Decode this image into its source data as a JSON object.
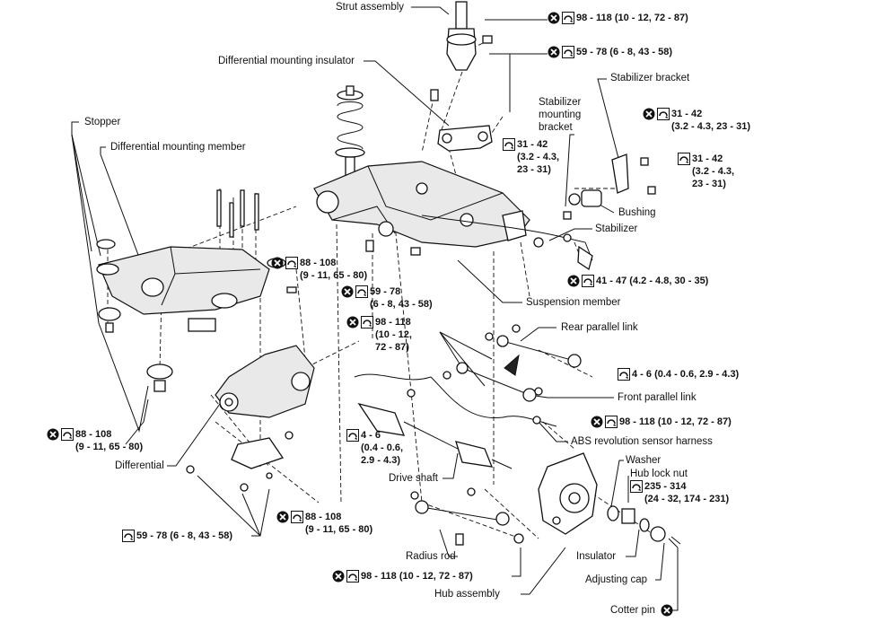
{
  "labels": {
    "strut_assembly": "Strut assembly",
    "diff_mount_insulator": "Differential mounting insulator",
    "stopper": "Stopper",
    "diff_mount_member": "Differential mounting member",
    "stabilizer_bracket": "Stabilizer bracket",
    "stabilizer_mounting_bracket": "Stabilizer mounting bracket",
    "bushing": "Bushing",
    "stabilizer": "Stabilizer",
    "suspension_member": "Suspension member",
    "rear_parallel_link": "Rear parallel link",
    "front_parallel_link": "Front parallel link",
    "abs_harness": "ABS revolution sensor harness",
    "differential": "Differential",
    "drive_shaft": "Drive shaft",
    "washer": "Washer",
    "hub_lock_nut": "Hub lock nut",
    "radius_rod": "Radius rod",
    "insulator": "Insulator",
    "adjusting_cap": "Adjusting cap",
    "hub_assembly": "Hub assembly",
    "cotter_pin": "Cotter pin"
  },
  "torques": {
    "strut_top": "98 - 118 (10 - 12, 72 - 87)",
    "strut_mid": "59 - 78 (6 - 8, 43 - 58)",
    "stab_bracket_a": "31 - 42\n(3.2 - 4.3, 23 - 31)",
    "stab_bracket_b": "31 - 42\n(3.2 - 4.3,\n23 - 31)",
    "member_center": "31 - 42\n(3.2 - 4.3,\n23 - 31)",
    "diff_member_a": "88 - 108\n(9 - 11, 65 - 80)",
    "susp_59": "59 - 78\n(6 - 8, 43 - 58)",
    "susp_98": "98 - 118\n(10 - 12,\n72 - 87)",
    "stabilizer_41": "41 - 47 (4.2 - 4.8, 30 - 35)",
    "link_4_6": "4 - 6 (0.4 - 0.6, 2.9 - 4.3)",
    "front_link_98": "98 - 118 (10 - 12, 72 - 87)",
    "diff_member_b": "88 - 108\n(9 - 11, 65 - 80)",
    "drive_4_6": "4 - 6\n(0.4 - 0.6,\n2.9 - 4.3)",
    "hub_nut": "235 - 314\n(24 - 32, 174 - 231)",
    "diff_88_bottom": "88 - 108\n(9 - 11, 65 - 80)",
    "diff_59_bottom": "59 - 78 (6 - 8, 43 - 58)",
    "radius_98": "98 - 118 (10 - 12, 72 - 87)"
  },
  "icons": {
    "replace": "x-circle-icon",
    "torque": "torque-wrench-icon"
  },
  "colors": {
    "ink": "#111111",
    "arrow": "#e0251b"
  }
}
